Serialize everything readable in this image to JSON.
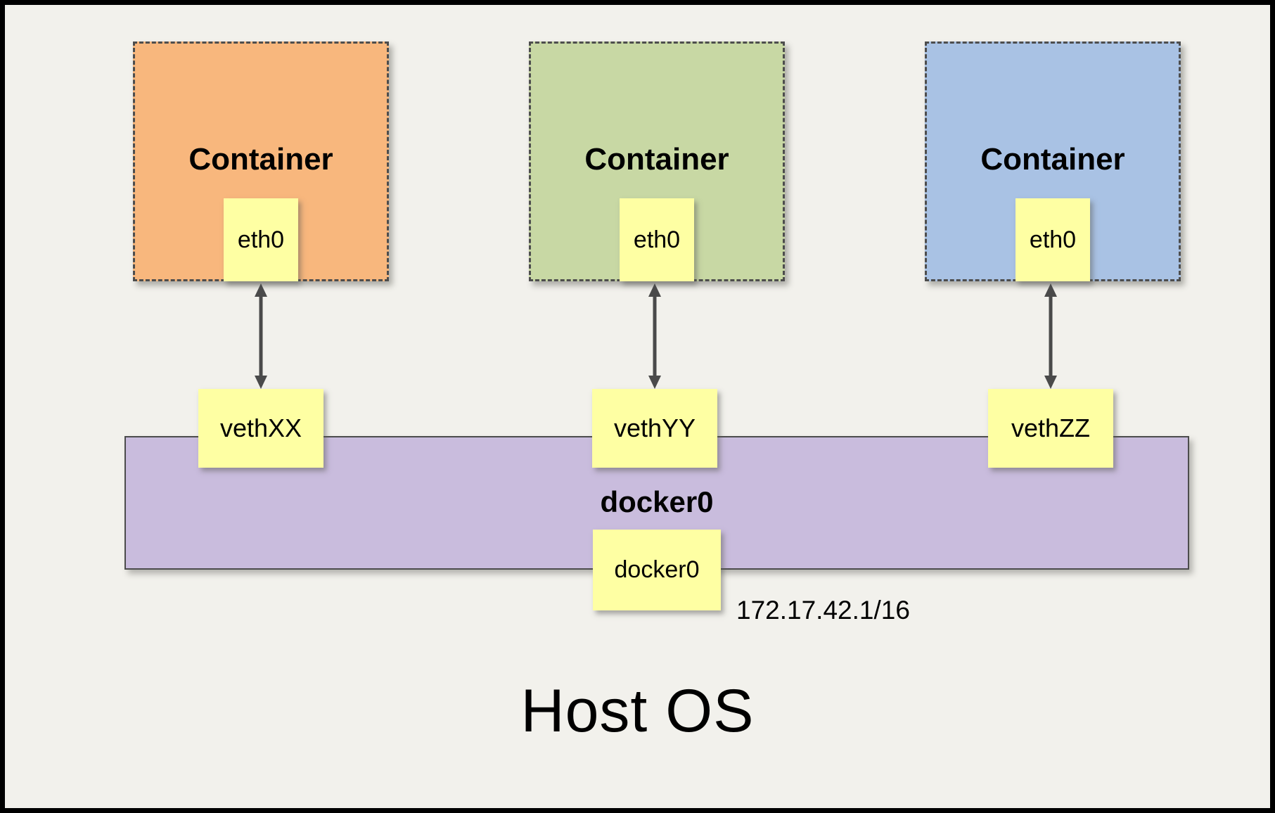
{
  "diagram": {
    "title": "Host OS",
    "containers": [
      {
        "label": "Container",
        "iface": "eth0",
        "veth": "vethXX",
        "color": "#f8b77d"
      },
      {
        "label": "Container",
        "iface": "eth0",
        "veth": "vethYY",
        "color": "#c8d8a4"
      },
      {
        "label": "Container",
        "iface": "eth0",
        "veth": "vethZZ",
        "color": "#a9c2e4"
      }
    ],
    "bridge": {
      "label": "docker0",
      "iface": "docker0",
      "ip": "172.17.42.1/16",
      "color": "#c9bcdd"
    },
    "colors": {
      "node_yellow": "#feffa3",
      "arrow_gray": "#4a4a4a",
      "background": "#f2f1ec"
    }
  }
}
